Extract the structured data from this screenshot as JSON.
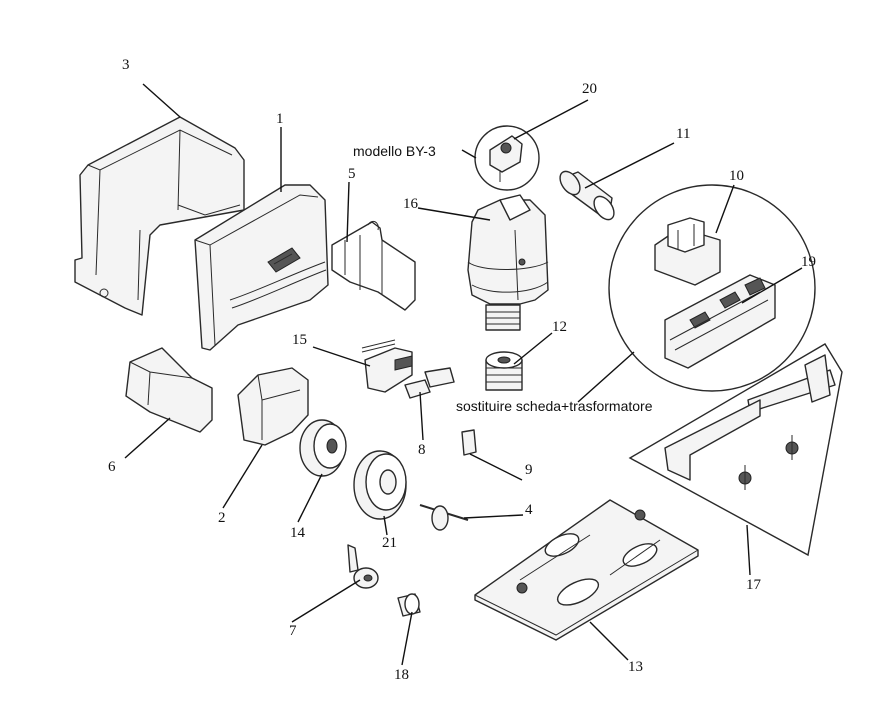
{
  "diagram": {
    "type": "exploded-parts-view",
    "callouts": {
      "c1": "1",
      "c2": "2",
      "c3": "3",
      "c4": "4",
      "c5": "5",
      "c6": "6",
      "c7": "7",
      "c8": "8",
      "c9": "9",
      "c10": "10",
      "c11": "11",
      "c12": "12",
      "c13": "13",
      "c14": "14",
      "c15": "15",
      "c16": "16",
      "c17": "17",
      "c18": "18",
      "c19": "19",
      "c20": "20",
      "c21": "21"
    },
    "notes": {
      "model": "modello BY-3",
      "replace": "sostituire scheda+trasformatore"
    }
  }
}
